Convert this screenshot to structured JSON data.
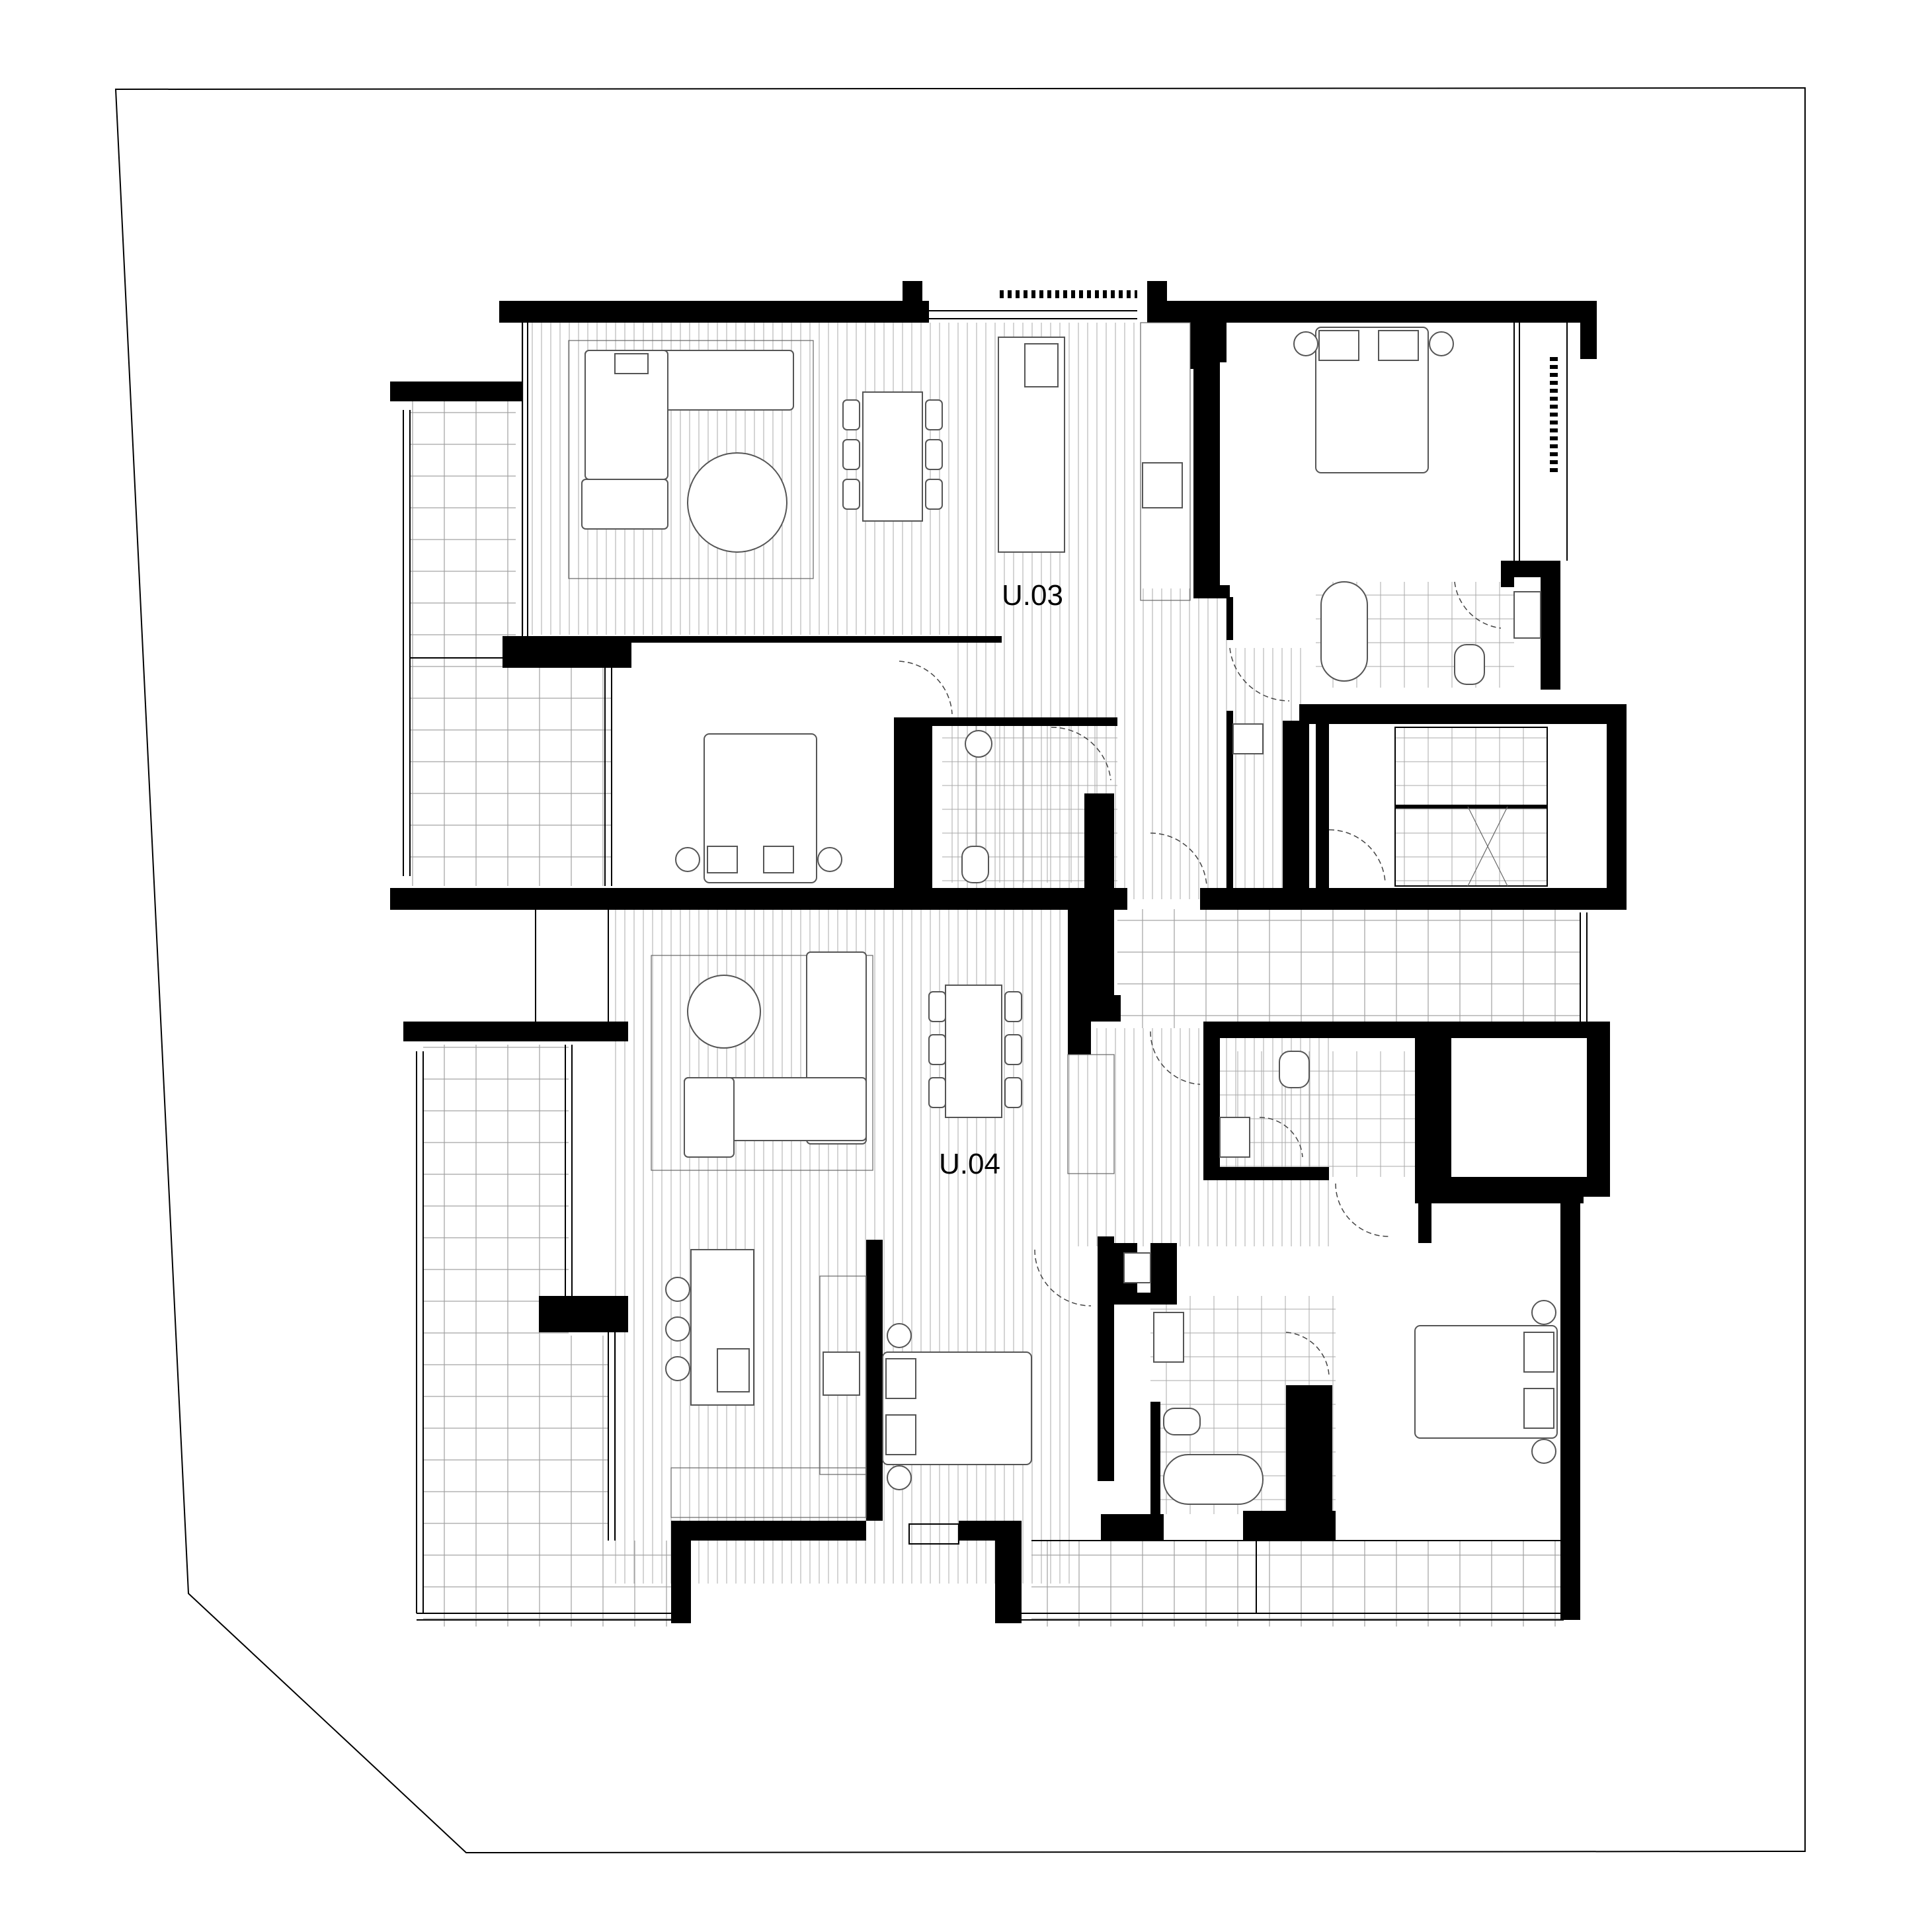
{
  "plan": {
    "units": [
      {
        "id": "u03",
        "label": "U.03"
      },
      {
        "id": "u04",
        "label": "U.04"
      }
    ],
    "colors": {
      "wall": "#000000",
      "line": "#000000",
      "furniture": "#555555",
      "background": "#ffffff"
    },
    "icons": [
      "sofa-icon",
      "dining-table-icon",
      "bed-icon",
      "bathtub-icon",
      "toilet-icon",
      "basin-icon",
      "cooktop-icon",
      "sink-icon",
      "stair-icon"
    ]
  }
}
